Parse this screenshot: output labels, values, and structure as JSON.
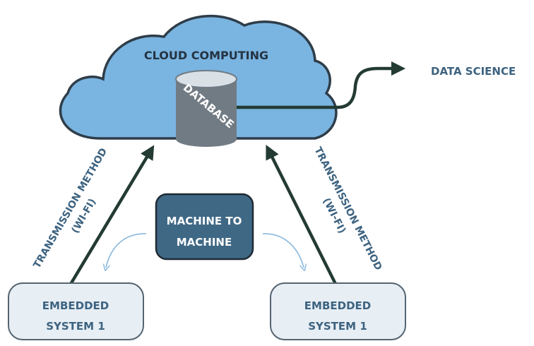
{
  "cloud": {
    "title": "CLOUD COMPUTING"
  },
  "database": {
    "label": "DATABASE"
  },
  "output": {
    "label": "DATA SCIENCE"
  },
  "m2m": {
    "line1": "MACHINE TO",
    "line2": "MACHINE"
  },
  "left_device": {
    "line1": "EMBEDDED",
    "line2": "SYSTEM 1"
  },
  "right_device": {
    "line1": "EMBEDDED",
    "line2": "SYSTEM 1"
  },
  "left_link": {
    "line1": "TRANSMISSION METHOD",
    "line2": "(WI-FI)"
  },
  "right_link": {
    "line1": "TRANSMISSION METHOD",
    "line2": "(WI-FI)"
  },
  "colors": {
    "cloud_fill": "#7ab4e1",
    "cloud_stroke": "#2e3d49",
    "arrow": "#233b33",
    "accent_text": "#3d6380",
    "box_fill": "#e7eef4",
    "box_stroke": "#556471",
    "m2m_fill": "#3f6885",
    "db_fill": "#717b84"
  }
}
